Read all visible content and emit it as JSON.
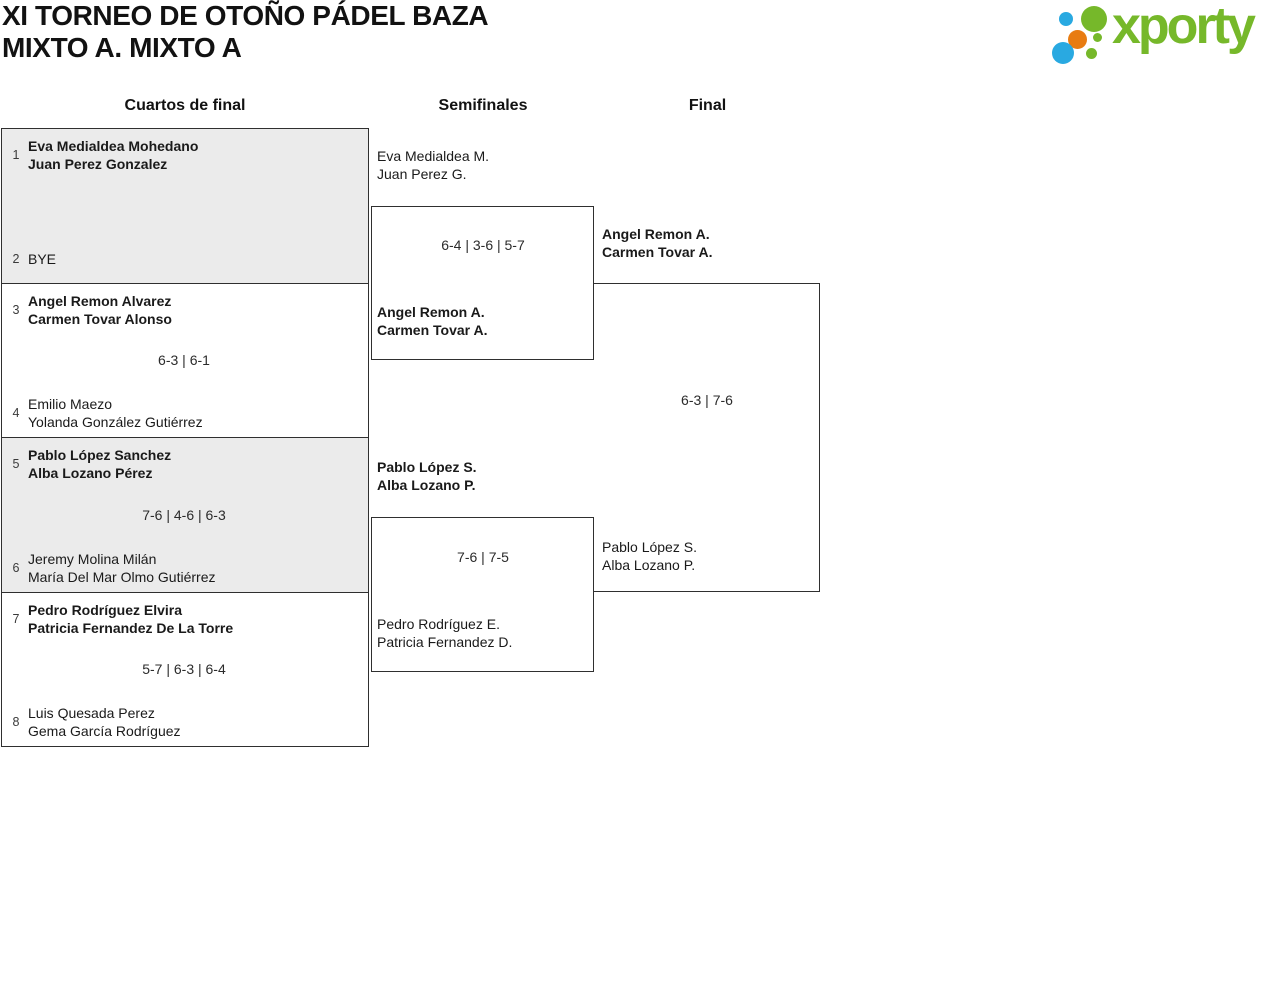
{
  "header": {
    "title_line1": "XI TORNEO DE OTOÑO PÁDEL BAZA",
    "title_line2": "MIXTO A. MIXTO A",
    "logo": {
      "text": "xporty"
    }
  },
  "colors": {
    "logo_green": "#76b82a",
    "logo_blue": "#29a9e1",
    "logo_orange": "#e87c11",
    "row_gray": "#ebebeb",
    "line": "#2f2f2f"
  },
  "rounds": [
    {
      "label": "Cuartos de final"
    },
    {
      "label": "Semifinales"
    },
    {
      "label": "Final"
    }
  ],
  "quarterfinals": [
    {
      "seed_top": "1",
      "team_top": [
        "Eva Medialdea Mohedano",
        "Juan Perez Gonzalez"
      ],
      "team_top_winner": true,
      "score": "",
      "seed_bottom": "2",
      "team_bottom": [
        "BYE",
        ""
      ],
      "team_bottom_winner": false
    },
    {
      "seed_top": "3",
      "team_top": [
        "Angel Remon Alvarez",
        "Carmen Tovar Alonso"
      ],
      "team_top_winner": true,
      "score": "6-3 | 6-1",
      "seed_bottom": "4",
      "team_bottom": [
        "Emilio Maezo",
        "Yolanda González Gutiérrez"
      ],
      "team_bottom_winner": false
    },
    {
      "seed_top": "5",
      "team_top": [
        "Pablo López Sanchez",
        "Alba Lozano Pérez"
      ],
      "team_top_winner": true,
      "score": "7-6 | 4-6 | 6-3",
      "seed_bottom": "6",
      "team_bottom": [
        "Jeremy Molina Milán",
        "María Del Mar Olmo Gutiérrez"
      ],
      "team_bottom_winner": false
    },
    {
      "seed_top": "7",
      "team_top": [
        "Pedro Rodríguez Elvira",
        "Patricia Fernandez De La Torre"
      ],
      "team_top_winner": true,
      "score": "5-7 | 6-3 | 6-4",
      "seed_bottom": "8",
      "team_bottom": [
        "Luis Quesada Perez",
        "Gema García Rodríguez"
      ],
      "team_bottom_winner": false
    }
  ],
  "semifinals": [
    {
      "team_top": [
        "Eva Medialdea M.",
        "Juan Perez G."
      ],
      "team_top_winner": false,
      "score": "6-4 | 3-6 | 5-7",
      "team_bottom": [
        "Angel Remon A.",
        "Carmen Tovar A."
      ],
      "team_bottom_winner": true
    },
    {
      "team_top": [
        "Pablo López S.",
        "Alba Lozano P."
      ],
      "team_top_winner": true,
      "score": "7-6 | 7-5",
      "team_bottom": [
        "Pedro Rodríguez E.",
        "Patricia Fernandez D."
      ],
      "team_bottom_winner": false
    }
  ],
  "final": {
    "team_top": [
      "Angel Remon A.",
      "Carmen Tovar A."
    ],
    "team_top_winner": true,
    "score": "6-3 | 7-6",
    "team_bottom": [
      "Pablo López S.",
      "Alba Lozano P."
    ],
    "team_bottom_winner": false
  }
}
